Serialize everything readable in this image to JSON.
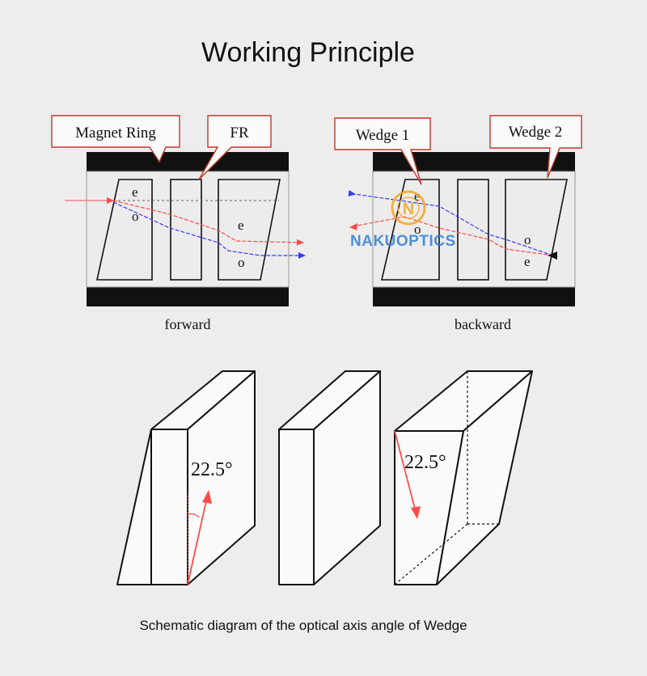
{
  "title": "Working Principle",
  "caption": "Schematic diagram of the optical axis angle of Wedge",
  "callouts": {
    "magnet_ring": "Magnet Ring",
    "fr": "FR",
    "wedge1": "Wedge 1",
    "wedge2": "Wedge 2"
  },
  "panels": {
    "forward": "forward",
    "backward": "backward"
  },
  "ray_labels": {
    "e": "e",
    "o": "o"
  },
  "angle_label": "22.5°",
  "watermark": "NAKUOPTICS",
  "watermark_logo_letter": "N",
  "colors": {
    "e_ray": "#ff4a4a",
    "o_ray": "#3a3aff",
    "callout_border": "#c0392b",
    "axis_arrow": "#ff4a4a",
    "watermark_orange": "#f5a623",
    "watermark_blue": "#2f7fd8"
  }
}
